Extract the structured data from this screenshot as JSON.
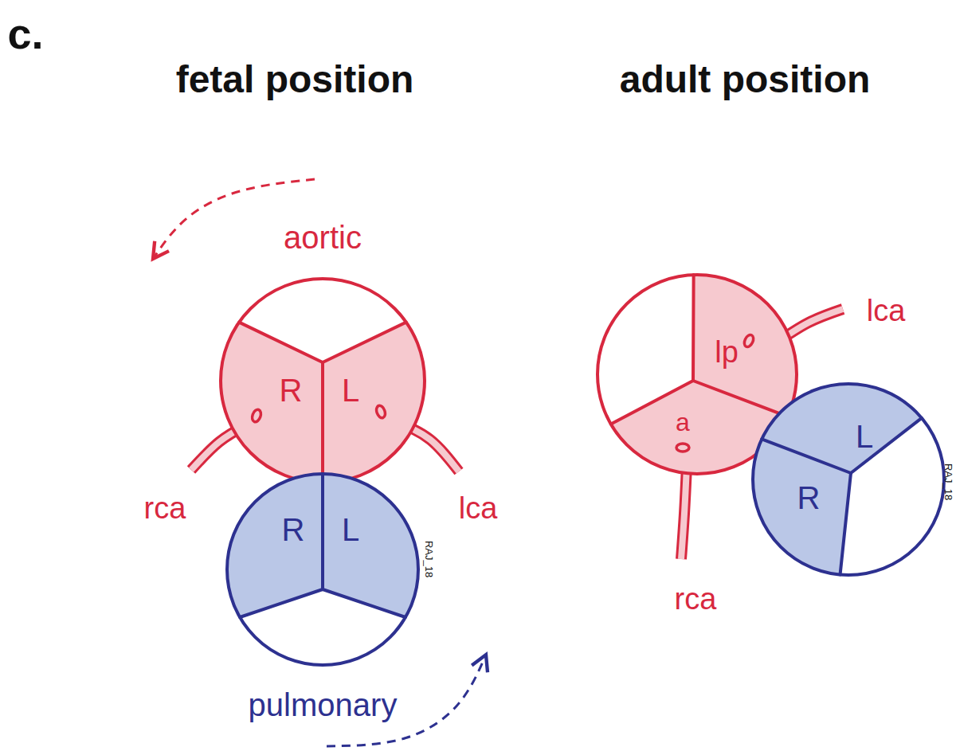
{
  "diagram": {
    "title": "c.",
    "nodes": [
      {
        "text": [
          "aortic"
        ]
      },
      {
        "text": [
          "R"
        ],
        "in": 0
      },
      {
        "text": [
          "L"
        ],
        "in": 0
      },
      {
        "text": [
          "pulmonary"
        ]
      },
      {
        "text": [
          "R"
        ],
        "in": 3
      },
      {
        "text": [
          "L"
        ],
        "in": 3
      },
      {
        "text": [
          "lp"
        ]
      },
      {
        "text": [
          "a"
        ]
      },
      {
        "text": [
          "L"
        ]
      },
      {
        "text": [
          "R"
        ]
      }
    ],
    "labels": [
      "fetal position",
      "adult position",
      "rca",
      "lca",
      "RAJ_18",
      "rca",
      "lca",
      "RAJ_18"
    ]
  }
}
